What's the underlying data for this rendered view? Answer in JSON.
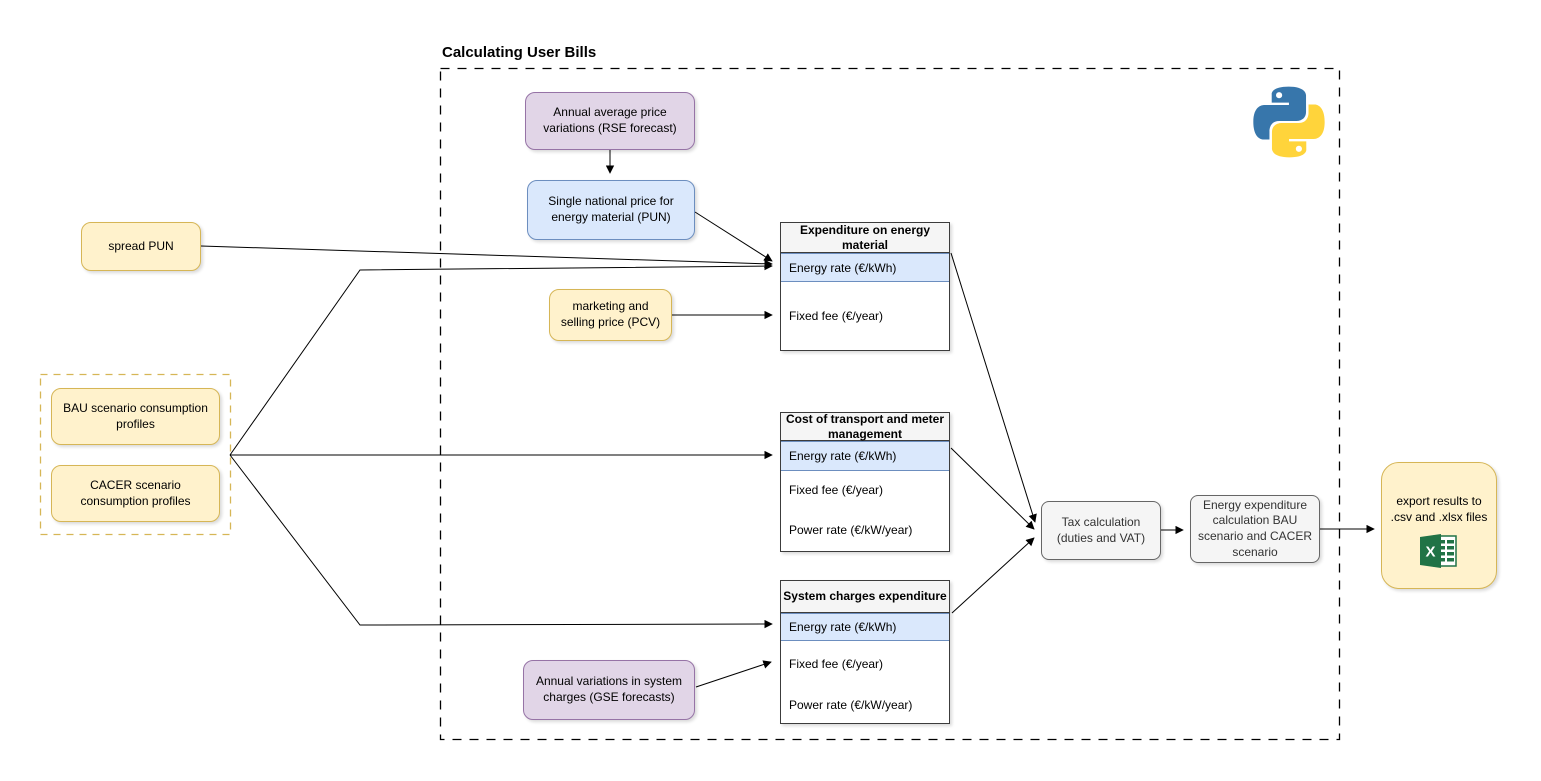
{
  "title": "Calculating User Bills",
  "colors": {
    "purple_fill": "#E1D5E7",
    "purple_stroke": "#9673A6",
    "blue_fill": "#DAE8FC",
    "blue_stroke": "#6C8EBF",
    "yellow_fill": "#FFF2CC",
    "yellow_stroke": "#D6B656",
    "gray_fill": "#F5F5F5",
    "gray_stroke": "#666666",
    "connector": "#000000",
    "python_blue": "#3776AB",
    "python_yellow": "#FFD43B",
    "excel_green": "#217346"
  },
  "nodes": {
    "rse_forecast": {
      "label": "Annual average price variations (RSE forecast)"
    },
    "pun": {
      "label": "Single national price for energy material (PUN)"
    },
    "spread_pun": {
      "label": "spread PUN"
    },
    "pcv": {
      "label": "marketing and selling price (PCV)"
    },
    "bau_profiles": {
      "label": "BAU scenario consumption profiles"
    },
    "cacer_profiles": {
      "label": "CACER scenario consumption profiles"
    },
    "gse_forecast": {
      "label": "Annual variations in system charges (GSE forecasts)"
    },
    "tax": {
      "label": "Tax calculation (duties and VAT)"
    },
    "energy_expenditure": {
      "label": "Energy expenditure calculation BAU scenario and CACER scenario"
    },
    "export": {
      "label": "export results to .csv and .xlsx files"
    }
  },
  "tables": [
    {
      "header": "Expenditure on energy material",
      "rows": [
        {
          "label": "Energy rate (€/kWh)",
          "highlight": true
        },
        {
          "label": "Fixed fee (€/year)",
          "highlight": false
        }
      ]
    },
    {
      "header": "Cost of transport and meter management",
      "rows": [
        {
          "label": "Energy rate (€/kWh)",
          "highlight": true
        },
        {
          "label": "Fixed fee (€/year)",
          "highlight": false
        },
        {
          "label": "Power rate (€/kW/year)",
          "highlight": false
        }
      ]
    },
    {
      "header": "System charges expenditure",
      "rows": [
        {
          "label": "Energy rate (€/kWh)",
          "highlight": true
        },
        {
          "label": "Fixed fee (€/year)",
          "highlight": false
        },
        {
          "label": "Power rate (€/kW/year)",
          "highlight": false
        }
      ]
    }
  ],
  "icons": {
    "python": "python-logo",
    "excel": "excel-spreadsheet"
  }
}
